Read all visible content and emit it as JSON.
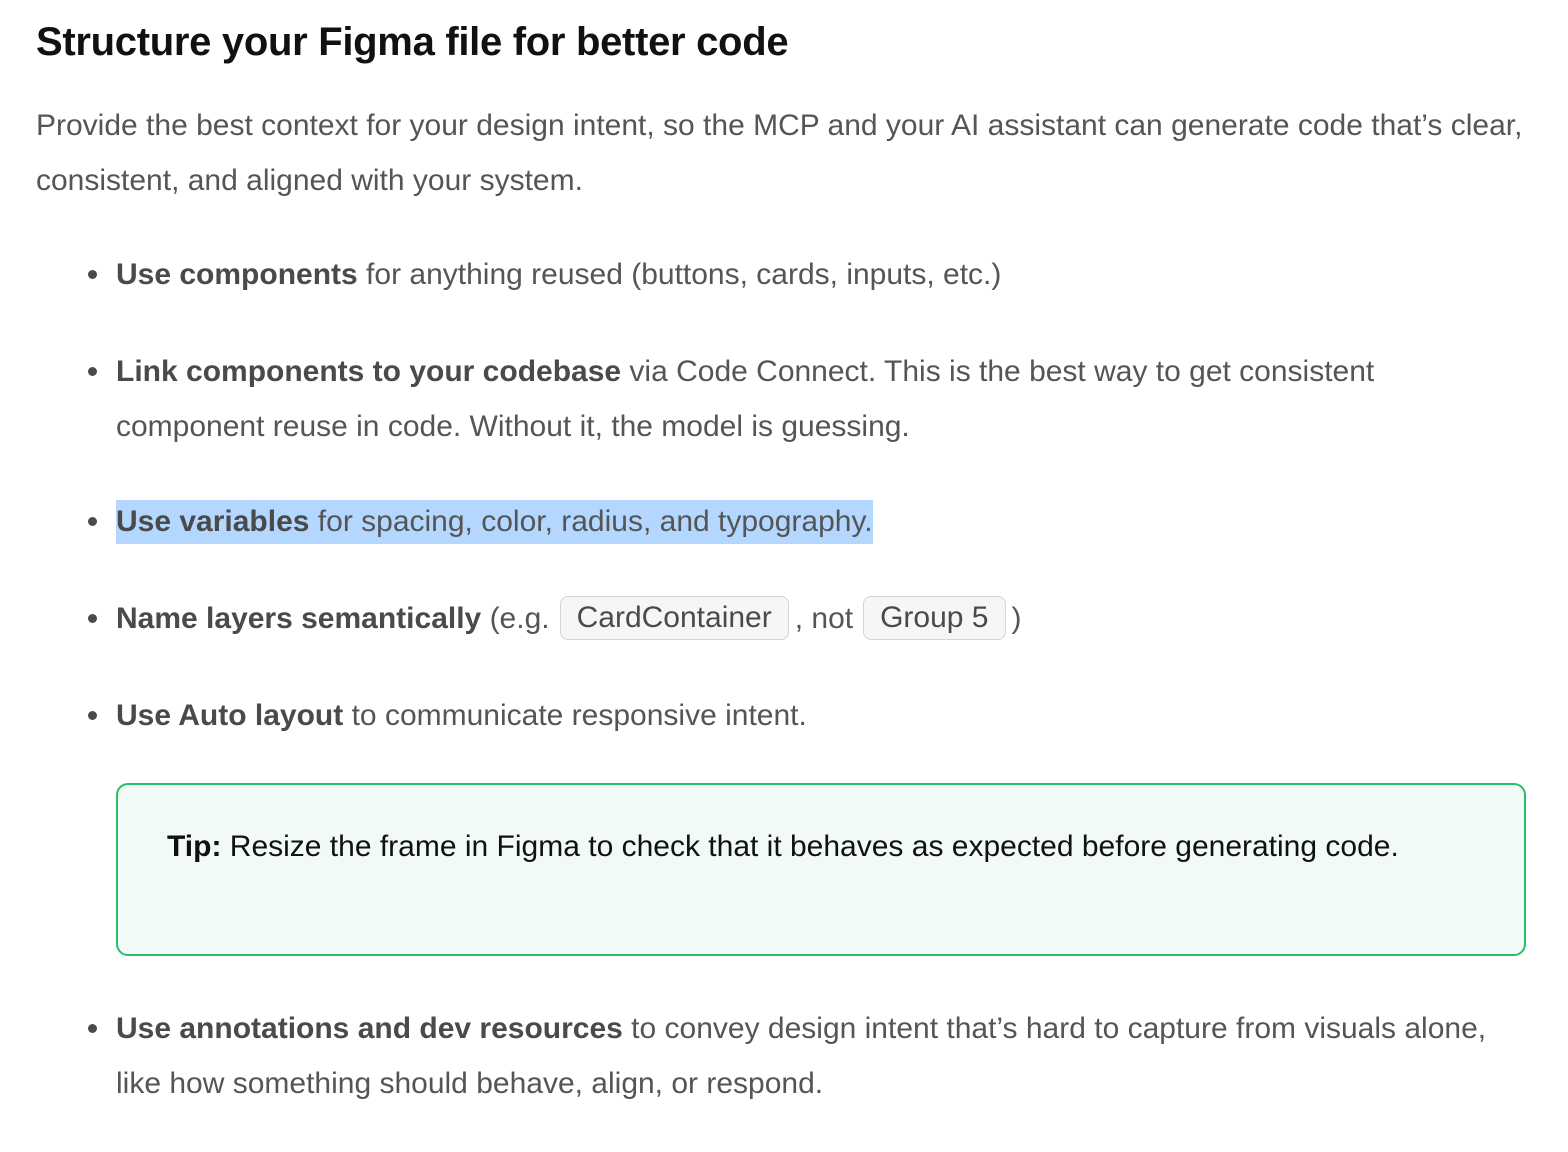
{
  "title": "Structure your Figma file for better code",
  "intro": "Provide the best context for your design intent, so the MCP and your AI assistant can generate code that’s clear, consistent, and aligned with your system.",
  "bullets": [
    {
      "bold": "Use components",
      "rest": " for anything reused (buttons, cards, inputs, etc.)"
    },
    {
      "bold": "Link components to your codebase",
      "rest": " via Code Connect. This is the best way to get consistent component reuse in code. Without it, the model is guessing."
    },
    {
      "bold": "Use variables",
      "rest": " for spacing, color, radius, and typography."
    },
    {
      "bold": "Name layers semantically",
      "before": " (e.g.",
      "chip1": "CardContainer",
      "middle": ", not",
      "chip2": "Group 5",
      "after": ")"
    },
    {
      "bold": "Use Auto layout",
      "rest": " to communicate responsive intent."
    },
    {
      "bold": "Use annotations and dev resources",
      "rest": " to convey design intent that’s hard to capture from visuals alone, like how something should behave, align, or respond."
    }
  ],
  "tip": {
    "label": "Tip:",
    "text": " Resize the frame in Figma to check that it behaves as expected before generating code."
  },
  "colors": {
    "highlight": "#b3d7fe",
    "tip_border": "#27c068",
    "tip_background": "#f2faf5"
  }
}
